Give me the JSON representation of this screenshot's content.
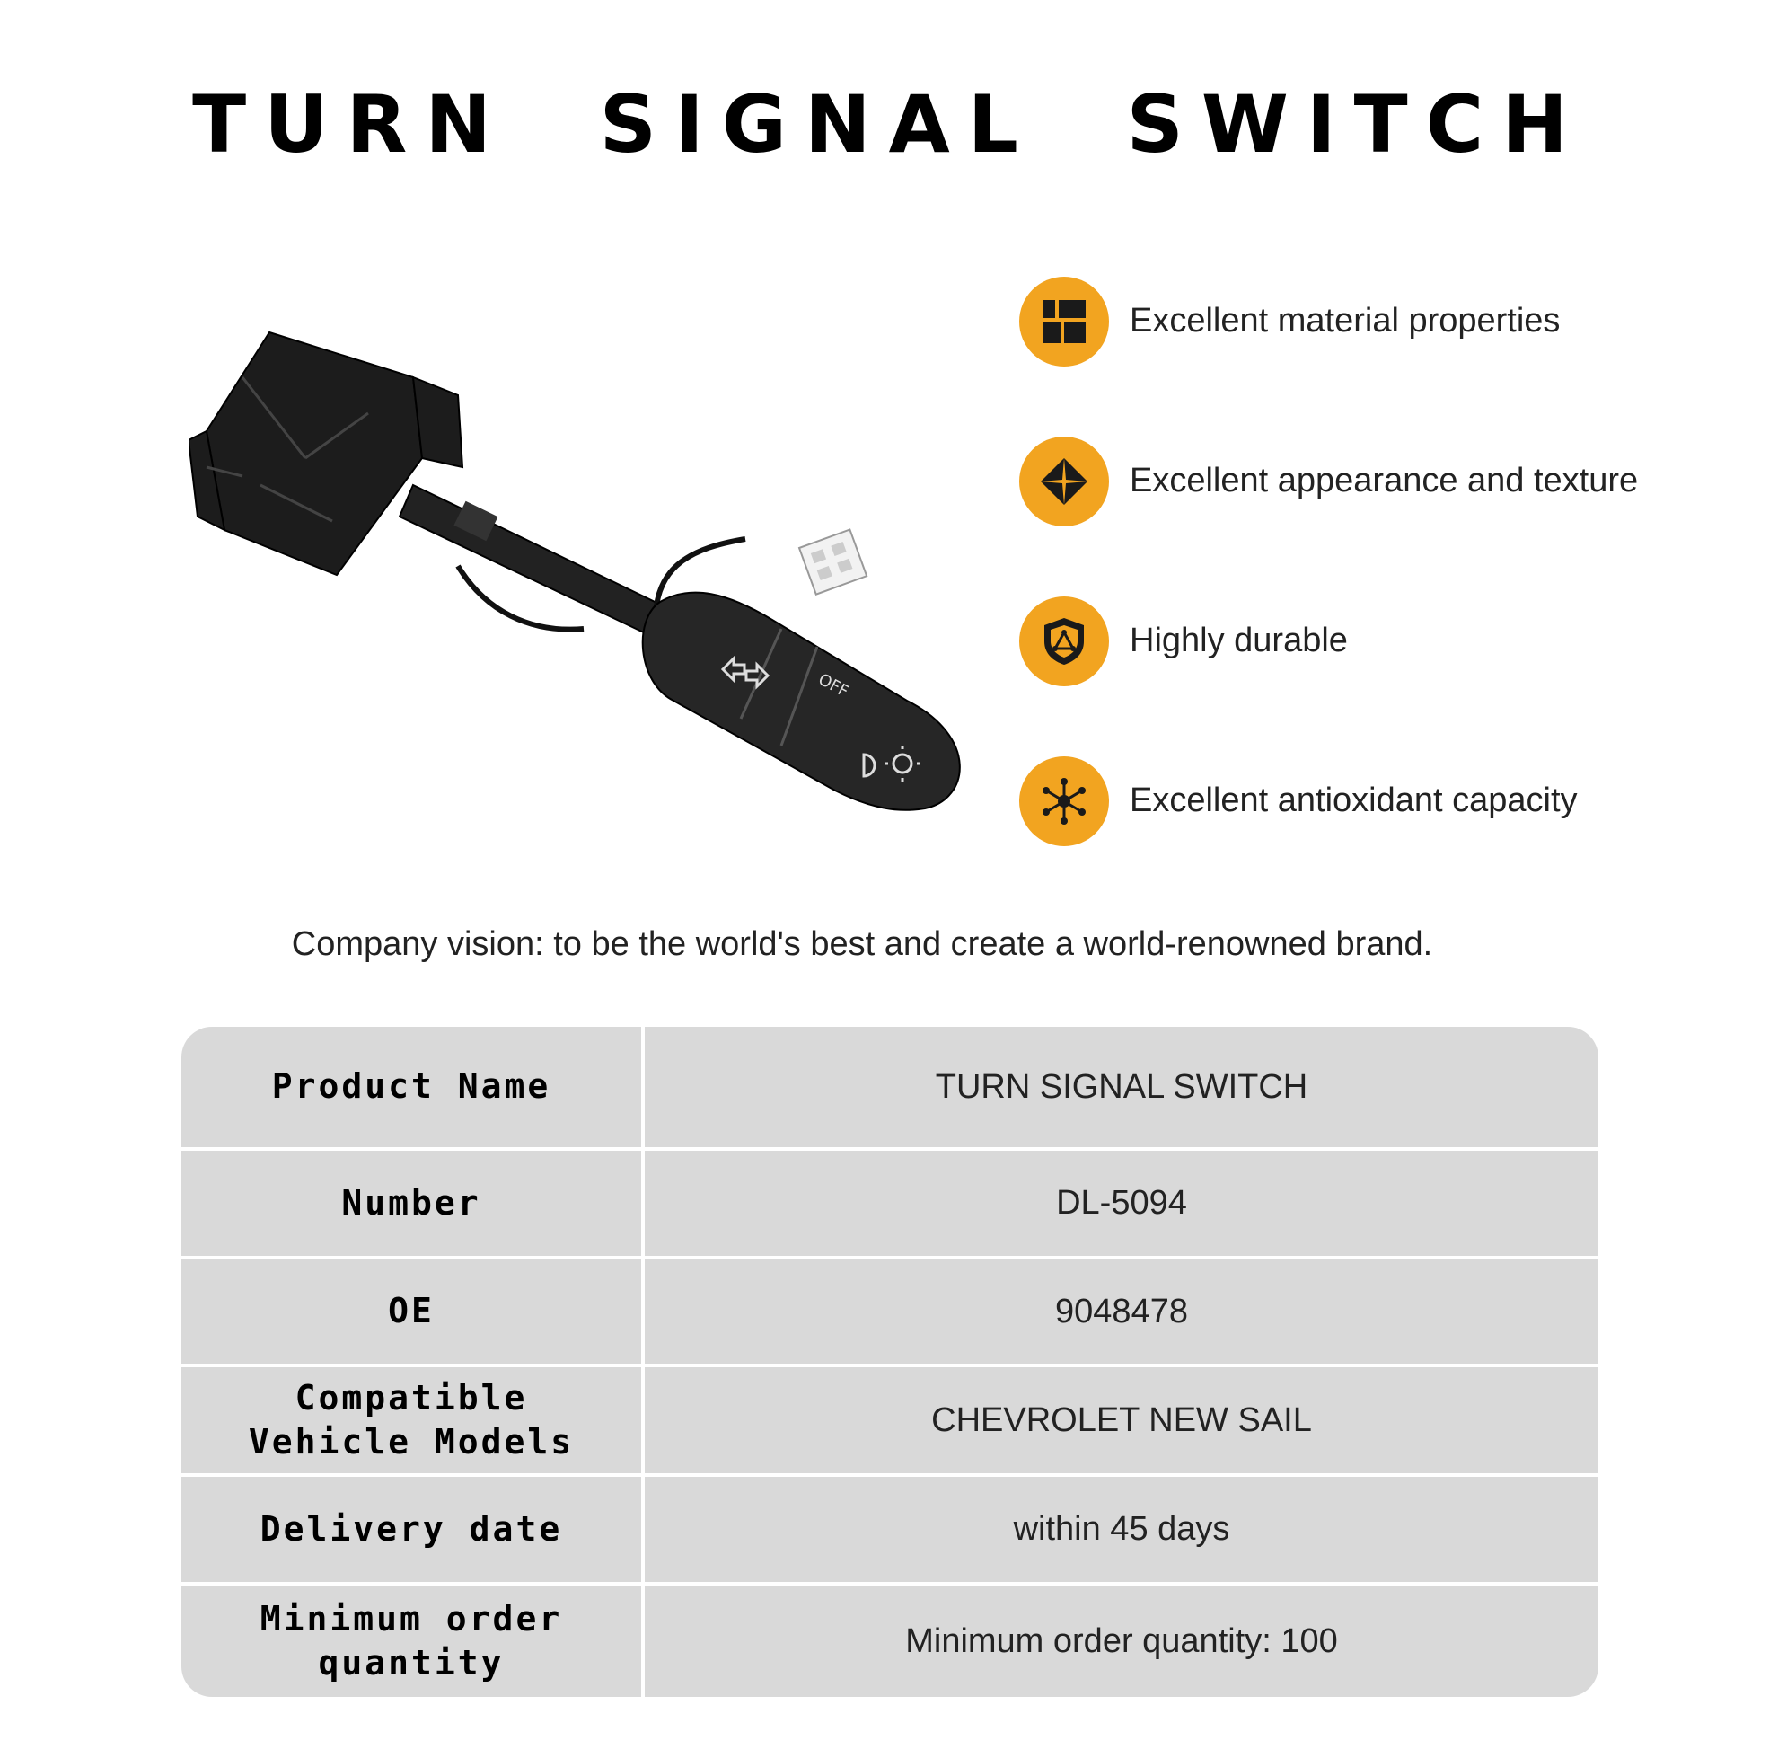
{
  "title": "TURN SIGNAL SWITCH",
  "colors": {
    "accent": "#f2a420",
    "table_bg": "#d9d9d9"
  },
  "features": [
    {
      "icon": "blocks-icon",
      "label": "Excellent material properties"
    },
    {
      "icon": "diamond-quadrant-icon",
      "label": "Excellent appearance and texture"
    },
    {
      "icon": "shield-triangle-icon",
      "label": "Highly durable"
    },
    {
      "icon": "molecule-icon",
      "label": "Excellent antioxidant capacity"
    }
  ],
  "vision": "Company vision: to be the world's best and create a world-renowned brand.",
  "product_labels": {
    "off": "OFF"
  },
  "spec": {
    "rows": [
      {
        "key": "Product Name",
        "value": "TURN SIGNAL SWITCH"
      },
      {
        "key": "Number",
        "value": "DL-5094"
      },
      {
        "key": "OE",
        "value": "9048478"
      },
      {
        "key": "Compatible Vehicle Models",
        "value": "CHEVROLET NEW SAIL"
      },
      {
        "key": "Delivery date",
        "value": "within 45 days"
      },
      {
        "key": "Minimum order quantity",
        "value": "Minimum order quantity: 100"
      }
    ]
  }
}
